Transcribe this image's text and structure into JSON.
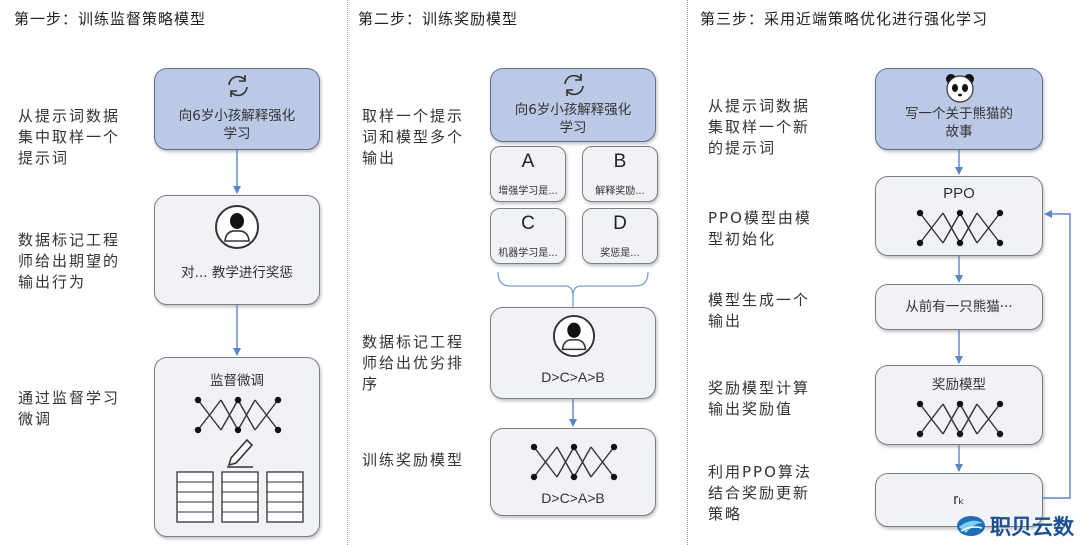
{
  "step1": {
    "title": "第一步：训练监督策略模型",
    "label_sample": [
      "从提示词数据",
      "集中取样一个",
      "提示词"
    ],
    "label_labeler": [
      "数据标记工程",
      "师给出期望的",
      "输出行为"
    ],
    "label_finetune": [
      "通过监督学习",
      "微调"
    ],
    "prompt_box": [
      "向6岁小孩解释强化",
      "学习"
    ],
    "labeler_box": "对... 教学进行奖惩",
    "sft_box": "监督微调"
  },
  "step2": {
    "title": "第二步：训练奖励模型",
    "label_sample": [
      "取样一个提示",
      "词和模型多个",
      "输出"
    ],
    "label_rank": [
      "数据标记工程",
      "师给出优劣排",
      "序"
    ],
    "label_train": "训练奖励模型",
    "prompt_box": [
      "向6岁小孩解释强化",
      "学习"
    ],
    "outputs": [
      {
        "letter": "A",
        "text": "增强学习是..."
      },
      {
        "letter": "B",
        "text": "解释奖励..."
      },
      {
        "letter": "C",
        "text": "机器学习是..."
      },
      {
        "letter": "D",
        "text": "奖惩是..."
      }
    ],
    "ranking": "D>C>A>B",
    "ranking_rm": "D>C>A>B"
  },
  "step3": {
    "title": "第三步：采用近端策略优化进行强化学习",
    "label_sample": [
      "从提示词数据",
      "集取样一个新",
      "的提示词"
    ],
    "label_init": [
      "PPO模型由模",
      "型初始化"
    ],
    "label_generate": [
      "模型生成一个",
      "输出"
    ],
    "label_reward": [
      "奖励模型计算",
      "输出奖励值"
    ],
    "label_update": [
      "利用PPO算法",
      "结合奖励更新",
      "策略"
    ],
    "prompt_box": [
      "写一个关于熊猫的",
      "故事"
    ],
    "ppo_box": "PPO",
    "output_box": "从前有一只熊猫···",
    "rm_box": "奖励模型",
    "reward_box": "rₖ"
  },
  "watermark": "职贝云数",
  "colors": {
    "prompt_fill": "#bcc9e6",
    "box_fill": "#f0f2f6",
    "arrow": "#5b86c5"
  }
}
